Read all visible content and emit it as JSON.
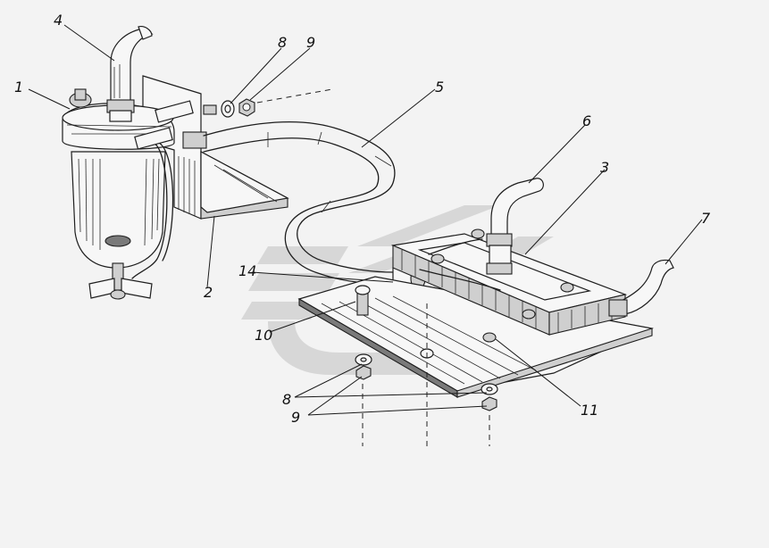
{
  "callouts": [
    {
      "id": "c1",
      "text": "1"
    },
    {
      "id": "c2",
      "text": "2"
    },
    {
      "id": "c3",
      "text": "3"
    },
    {
      "id": "c4",
      "text": "4"
    },
    {
      "id": "c5",
      "text": "5"
    },
    {
      "id": "c6",
      "text": "6"
    },
    {
      "id": "c7",
      "text": "7"
    },
    {
      "id": "c8a",
      "text": "8"
    },
    {
      "id": "c8b",
      "text": "8"
    },
    {
      "id": "c9a",
      "text": "9"
    },
    {
      "id": "c9b",
      "text": "9"
    },
    {
      "id": "c10",
      "text": "10"
    },
    {
      "id": "c11",
      "text": "11"
    },
    {
      "id": "c14",
      "text": "14"
    }
  ],
  "colors": {
    "ink": "#1e1e1e",
    "background": "#f3f3f3",
    "watermark": "#d4d4d4"
  }
}
